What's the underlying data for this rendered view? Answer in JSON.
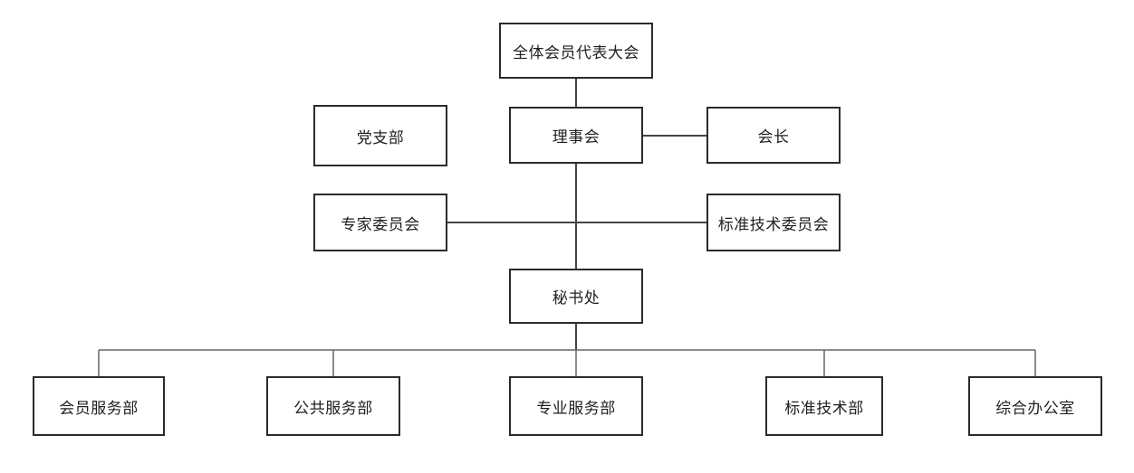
{
  "diagram": {
    "nodes": {
      "assembly": "全体会员代表大会",
      "council": "理事会",
      "party_branch": "党支部",
      "president": "会长",
      "expert_committee": "专家委员会",
      "standards_committee": "标准技术委员会",
      "secretariat": "秘书处",
      "dept_member_services": "会员服务部",
      "dept_public_services": "公共服务部",
      "dept_professional_services": "专业服务部",
      "dept_standards": "标准技术部",
      "dept_general_office": "综合办公室"
    }
  }
}
